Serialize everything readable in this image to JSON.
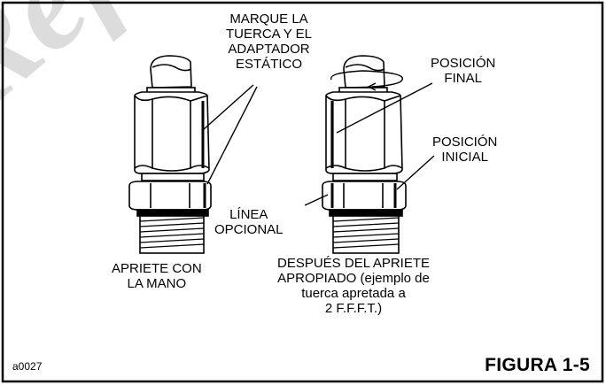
{
  "labels": {
    "mark": [
      "MARQUE LA",
      "TUERCA Y EL",
      "ADAPTADOR",
      "ESTÁTICO"
    ],
    "final_pos": [
      "POSICIÓN",
      "FINAL"
    ],
    "initial_pos": [
      "POSICIÓN",
      "INICIAL"
    ],
    "optional_line": [
      "LÍNEA",
      "OPCIONAL"
    ],
    "hand_tight": [
      "APRIETE CON",
      "LA MANO"
    ],
    "after_tight": [
      "DESPUÉS DEL APRIETE",
      "APROPIADO (ejemplo de",
      "tuerca apretada a",
      "2 F.F.F.T.)"
    ]
  },
  "code": "a0027",
  "figure_no": "FIGURA 1-5",
  "watermark": "Reference",
  "colors": {
    "ink": "#000000",
    "watermark": "#d9d9d9",
    "background": "#ffffff"
  }
}
